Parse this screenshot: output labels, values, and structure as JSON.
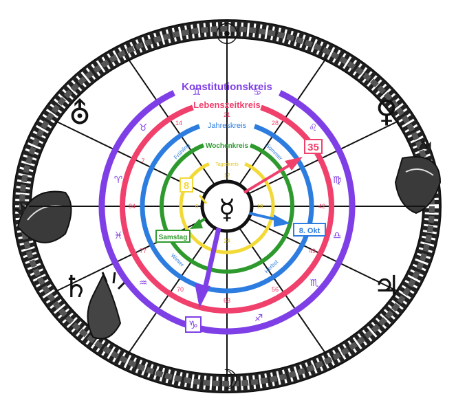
{
  "rings": {
    "konstitution": {
      "label": "Konstitutionskreis",
      "color": "#7f3fe6"
    },
    "lebenszeit": {
      "label": "Lebenszeitkreis",
      "color": "#f0406c"
    },
    "jahres": {
      "label": "Jahreskreis",
      "color": "#2d7de0"
    },
    "wochen": {
      "label": "Wochenkreis",
      "color": "#2e9a2e"
    },
    "tages": {
      "label": "Tageskreis",
      "color": "#f2d936"
    }
  },
  "zodiac": {
    "gemini": "♊",
    "cancer": "♋",
    "taurus": "♉",
    "leo": "♌",
    "aries": "♈",
    "virgo": "♍",
    "pisces": "♓",
    "libra": "♎",
    "aquarius": "♒",
    "scorpio": "♏",
    "capricorn": "♑",
    "sagittarius": "♐"
  },
  "planets": {
    "sun": "☉",
    "moon": "☽",
    "venus": "♀",
    "jupiter": "♃",
    "saturn": "♄",
    "mars_earth": "⛢",
    "mercury": "☿"
  },
  "lebenszeit_numbers": {
    "n21": "21",
    "n28": "28",
    "n14": "14",
    "n7": "7",
    "n84": "84",
    "n42": "42",
    "n77": "77",
    "n49": "49",
    "n70": "70",
    "n56": "56",
    "n63": "63"
  },
  "seasons": {
    "spring": "Frühling",
    "summer": "Sommer",
    "autumn": "Herbst",
    "winter": "Winter"
  },
  "tages_numbers": {
    "n12": "12",
    "n6": "6",
    "n18": "18",
    "n24": "24"
  },
  "pointers": {
    "age": "35",
    "hour": "8",
    "date": "8. Okt",
    "weekday": "Samstag",
    "sign": "♑"
  },
  "colors": {
    "ink": "#111111",
    "grey": "#777777"
  }
}
